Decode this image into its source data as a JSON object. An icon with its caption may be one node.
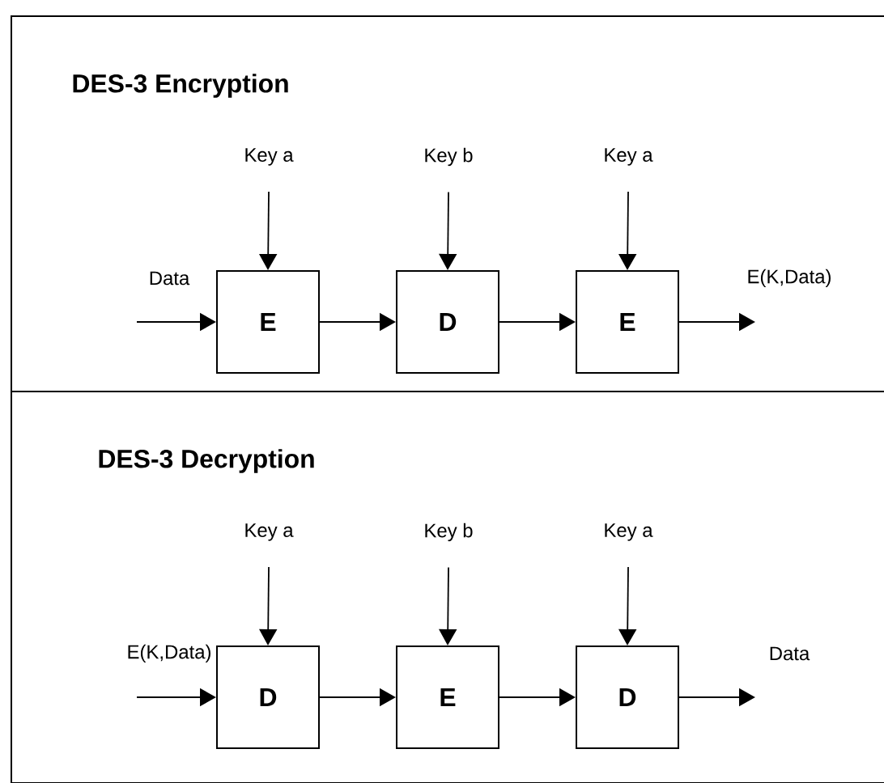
{
  "diagram": {
    "nodes": [
      {
        "text": [
          "DES-3 Encryption"
        ]
      },
      {
        "text": [
          "Key a"
        ],
        "in": 0
      },
      {
        "text": [
          "Key b"
        ],
        "in": 0
      },
      {
        "text": [
          "Key a"
        ],
        "in": 0
      },
      {
        "text": [
          "E"
        ],
        "in": 0
      },
      {
        "text": [
          "D"
        ],
        "in": 0
      },
      {
        "text": [
          "E"
        ],
        "in": 0
      },
      {
        "text": [
          "DES-3 Decryption"
        ]
      },
      {
        "text": [
          "Key a"
        ],
        "in": 7
      },
      {
        "text": [
          "Key b"
        ],
        "in": 7
      },
      {
        "text": [
          "Key a"
        ],
        "in": 7
      },
      {
        "text": [
          "D"
        ],
        "in": 7
      },
      {
        "text": [
          "E"
        ],
        "in": 7
      },
      {
        "text": [
          "D"
        ],
        "in": 7
      }
    ],
    "edges": [
      {
        "from": null,
        "to": 4,
        "arrow": "to",
        "label": "Data"
      },
      {
        "from": 1,
        "to": 4,
        "arrow": "to"
      },
      {
        "from": 2,
        "to": 5,
        "arrow": "to"
      },
      {
        "from": 3,
        "to": 6,
        "arrow": "to"
      },
      {
        "from": 4,
        "to": 5,
        "arrow": "to"
      },
      {
        "from": 5,
        "to": 6,
        "arrow": "to"
      },
      {
        "from": 6,
        "to": null,
        "arrow": "to",
        "label": "E(K,Data)"
      },
      {
        "from": null,
        "to": 11,
        "arrow": "to",
        "label": "E(K,Data)"
      },
      {
        "from": 8,
        "to": 11,
        "arrow": "to"
      },
      {
        "from": 9,
        "to": 12,
        "arrow": "to"
      },
      {
        "from": 10,
        "to": 13,
        "arrow": "to"
      },
      {
        "from": 11,
        "to": 12,
        "arrow": "to"
      },
      {
        "from": 12,
        "to": 13,
        "arrow": "to"
      },
      {
        "from": 13,
        "to": null,
        "arrow": "to",
        "label": "Data"
      }
    ]
  }
}
